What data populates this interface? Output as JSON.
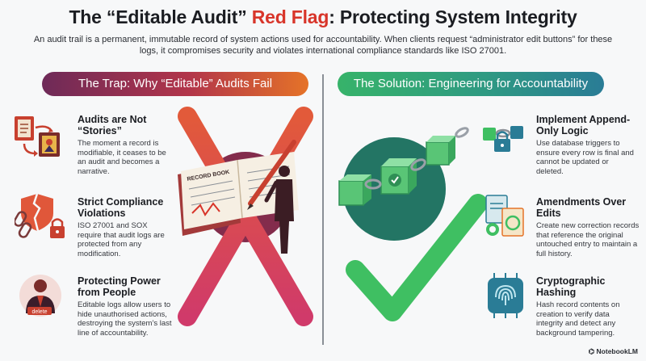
{
  "title": {
    "part1": "The “Editable Audit” ",
    "part2": "Red Flag",
    "part3": ": Protecting System Integrity"
  },
  "subtitle": "An audit trail is a permanent, immutable record of system actions used for accountability. When clients request “administrator edit buttons” for these logs, it compromises security and violates international compliance standards like ISO 27001.",
  "left": {
    "banner": "The Trap: Why “Editable” Audits Fail",
    "items": [
      {
        "title": "Audits are Not “Stories”",
        "text": "The moment a record is modifiable, it ceases to be an audit and becomes a narrative.",
        "icon": "book-story-icon"
      },
      {
        "title": "Strict Compliance Violations",
        "text": "ISO 27001 and SOX require that audit logs are protected from any modification.",
        "icon": "broken-shield-chain-icon"
      },
      {
        "title": "Protecting Power from People",
        "text": "Editable logs allow users to hide unauthorised actions, destroying the system’s last line of accountability.",
        "icon": "admin-delete-icon"
      }
    ],
    "art_label": "RECORD BOOK",
    "delete_label": "delete"
  },
  "right": {
    "banner": "The Solution: Engineering for Accountability",
    "items": [
      {
        "title": "Implement Append-Only Logic",
        "text": "Use database triggers to ensure every row is final and cannot be updated or deleted.",
        "icon": "chained-blocks-icon"
      },
      {
        "title": "Amendments Over Edits",
        "text": "Create new correction records that reference the original untouched entry to maintain a full history.",
        "icon": "document-copy-icon"
      },
      {
        "title": "Cryptographic Hashing",
        "text": "Hash record contents on creation to verify data integrity and detect any background tampering.",
        "icon": "fingerprint-chip-icon"
      }
    ]
  },
  "brand": "NotebookLM",
  "colors": {
    "red": "#d8352a",
    "green": "#3fbf62",
    "orange": "#e57328",
    "teal": "#2a7c96"
  }
}
